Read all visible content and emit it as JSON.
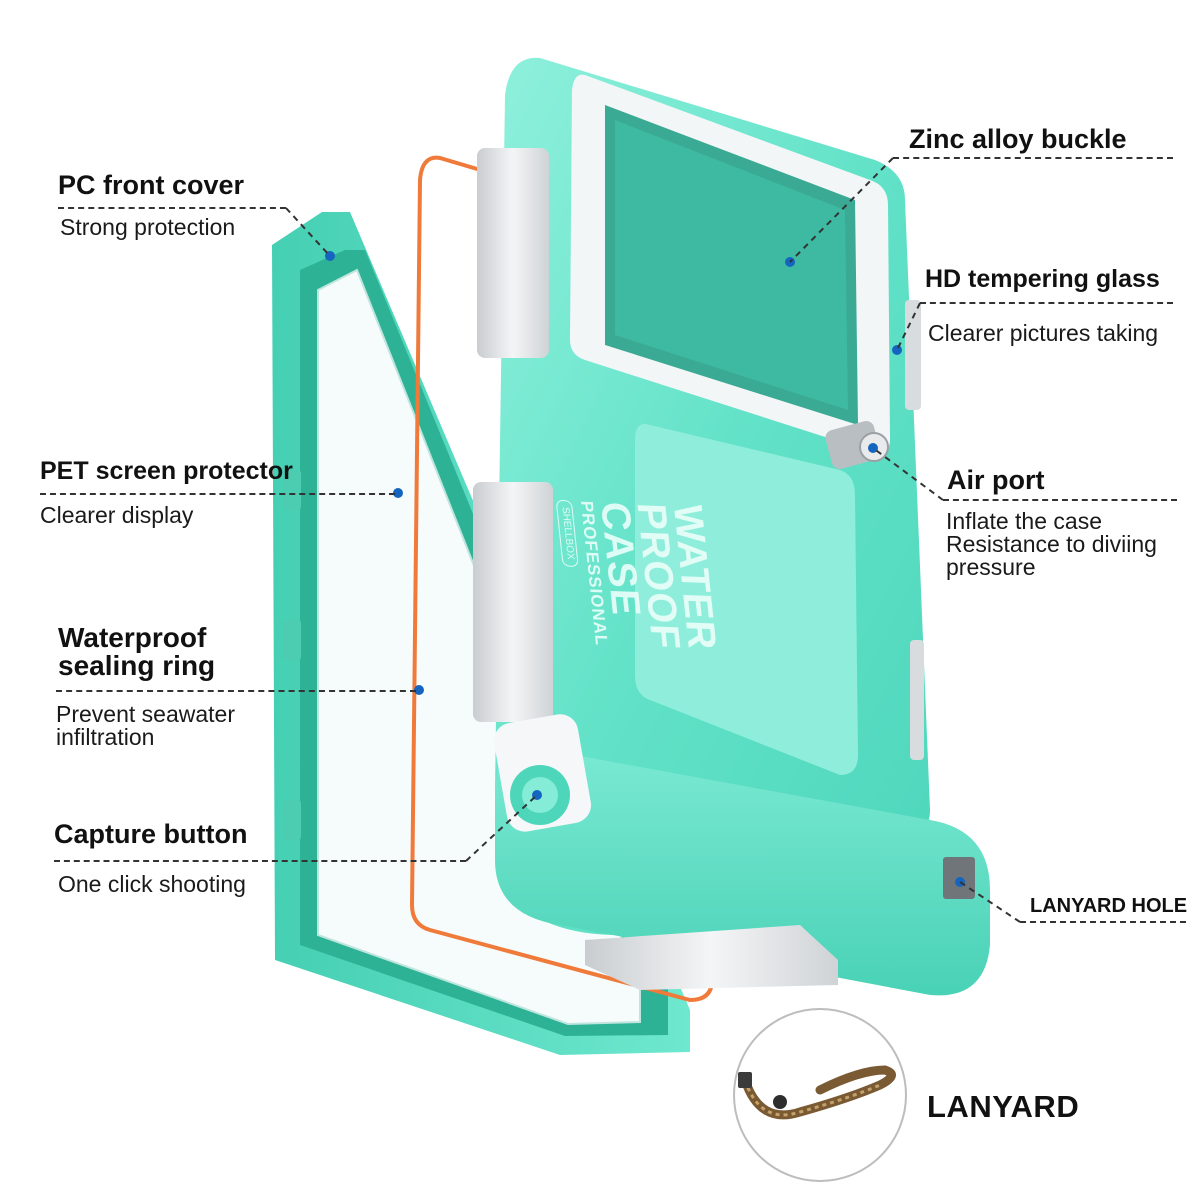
{
  "labels": {
    "pc_front_cover": {
      "title": "PC front cover",
      "desc": "Strong protection"
    },
    "zinc_alloy_buckle": {
      "title": "Zinc alloy buckle"
    },
    "hd_tempering_glass": {
      "title": "HD tempering glass",
      "desc": "Clearer pictures taking"
    },
    "pet_screen_protector": {
      "title": "PET screen protector",
      "desc": "Clearer display"
    },
    "air_port": {
      "title": "Air port",
      "desc_lines": [
        "Inflate the case",
        "Resistance to diviing",
        "pressure"
      ]
    },
    "waterproof_sealing_ring": {
      "title_lines": [
        "Waterproof",
        "sealing ring"
      ],
      "desc_lines": [
        "Prevent seawater",
        "infiltration"
      ]
    },
    "capture_button": {
      "title": "Capture button",
      "desc": "One click shooting"
    },
    "lanyard_hole": {
      "title": "LANYARD HOLE"
    },
    "lanyard": {
      "title": "LANYARD"
    }
  },
  "product_print": {
    "lines": [
      "WATER",
      "PROOF",
      "CASE",
      "PROFESSIONAL"
    ],
    "brand": "SHELLBOX"
  },
  "colors": {
    "case_mint": "#5fe3c8",
    "case_mint_dark": "#2fc4a6",
    "case_mint_light": "#8ff0dc",
    "seal_orange": "#f07a3a",
    "metal": "#e2e4e6",
    "callout_dot": "#1565c0",
    "dash_line": "#333333"
  }
}
